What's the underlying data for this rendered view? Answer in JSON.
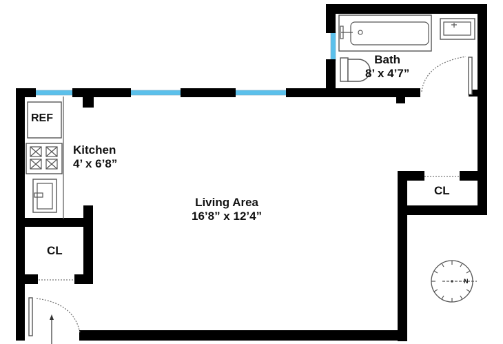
{
  "floor_plan": {
    "rooms": [
      {
        "id": "bath",
        "name": "Bath",
        "dimensions": "8’ x 4’7”"
      },
      {
        "id": "kitchen",
        "name": "Kitchen",
        "dimensions": "4’ x 6’8”"
      },
      {
        "id": "living",
        "name": "Living Area",
        "dimensions": "16’8” x 12’4”"
      },
      {
        "id": "closet-right",
        "name": "CL"
      },
      {
        "id": "closet-left",
        "name": "CL"
      }
    ],
    "fixtures": {
      "refrigerator": "REF",
      "stove": "stove-icon",
      "sink": "sink-icon",
      "bathtub": "bathtub-icon",
      "toilet": "toilet-icon",
      "vanity": "bath-sink-icon"
    },
    "compass": {
      "direction": "N",
      "icon": "compass-icon"
    },
    "entry": {
      "icon": "entry-arrow-icon"
    },
    "colors": {
      "wall": "#000000",
      "window": "#5bc0eb",
      "background": "#ffffff"
    }
  }
}
